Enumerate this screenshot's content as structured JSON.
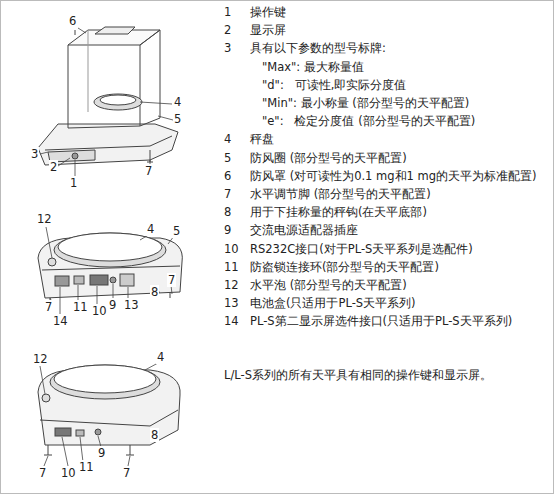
{
  "diagram": {
    "labels": [
      "6",
      "4",
      "5",
      "3",
      "2",
      "1",
      "7",
      "12",
      "4",
      "5",
      "7",
      "7",
      "14",
      "11",
      "10",
      "9",
      "13",
      "8",
      "12",
      "4",
      "7",
      "10",
      "11",
      "9",
      "7",
      "8",
      "1",
      "操作键",
      "2",
      "显示屏",
      "3",
      "具有以下参数的型号标牌:",
      "\"Max\": 最大称量值",
      "\"d\":   可读性,即实际分度值",
      "\"Min\": 最小称量 (部分型号的天平配置)",
      "\"e\":   检定分度值 (部分型号的天平配置)",
      "4",
      "秤盘",
      "5",
      "防风圈 (部分型号的天平配置)",
      "6",
      "防风罩 (对可读性为0.1 mg和1 mg的天平为标准配置)",
      "7",
      "水平调节脚 (部分型号的天平配置)",
      "8",
      "用于下挂称量的秤钩(在天平底部)",
      "9",
      "交流电源适配器插座",
      "10",
      "RS232C接口(对于PL-S天平系列是选配件)",
      "11",
      "防盗锁连接环(部分型号的天平配置)",
      "12",
      "水平泡 (部分型号的天平配置)",
      "13",
      "电池盒(只适用于PL-S天平系列)",
      "14",
      "PL-S第二显示屏选件接口(只适用于PL-S天平系列)",
      "L/L-S系列的所有天平具有相同的操作键和显示屏。"
    ]
  }
}
